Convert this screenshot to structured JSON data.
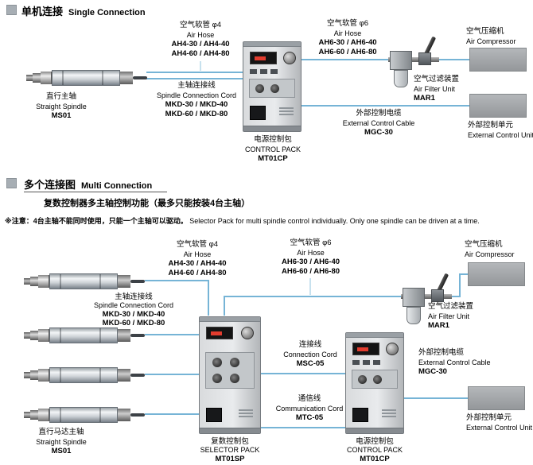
{
  "single": {
    "title_zh": "单机连接",
    "title_en": "Single Connection",
    "spindle": {
      "zh": "直行主轴",
      "en": "Straight Spindle",
      "model": "MS01"
    },
    "air_hose4": {
      "zh": "空气软管 φ4",
      "en": "Air Hose",
      "m1": "AH4-30 / AH4-40",
      "m2": "AH4-60 / AH4-80"
    },
    "cord": {
      "zh": "主轴连接线",
      "en": "Spindle Connection Cord",
      "m1": "MKD-30 / MKD-40",
      "m2": "MKD-60 / MKD-80"
    },
    "pack": {
      "zh": "电源控制包",
      "en": "CONTROL PACK",
      "model": "MT01CP"
    },
    "air_hose6": {
      "zh": "空气软管 φ6",
      "en": "Air Hose",
      "m1": "AH6-30 / AH6-40",
      "m2": "AH6-60 / AH6-80"
    },
    "filter": {
      "zh": "空气过滤装置",
      "en": "Air Filter Unit",
      "model": "MAR1"
    },
    "compressor": {
      "zh": "空气压缩机",
      "en": "Air Compressor"
    },
    "ext_cable": {
      "zh": "外部控制电缆",
      "en": "External Control Cable",
      "model": "MGC-30"
    },
    "ext_unit": {
      "zh": "外部控制单元",
      "en": "External Control Unit"
    }
  },
  "multi": {
    "title_zh": "多个连接图",
    "title_en": "Multi Connection",
    "subtitle": "复数控制器多主轴控制功能（最多只能按装4台主轴）",
    "note_zh": "※注意：4台主轴不能同时使用，只能一个主轴可以驱动。",
    "note_en": "Selector Pack for multi spindle control individually. Only one spindle can be driven at a time.",
    "spindle": {
      "zh": "直行马达主轴",
      "en": "Straight Spindle",
      "model": "MS01"
    },
    "air_hose4": {
      "zh": "空气软管 φ4",
      "en": "Air Hose",
      "m1": "AH4-30 / AH4-40",
      "m2": "AH4-60 / AH4-80"
    },
    "cord": {
      "zh": "主轴连接线",
      "en": "Spindle Connection Cord",
      "m1": "MKD-30 / MKD-40",
      "m2": "MKD-60 / MKD-80"
    },
    "selector": {
      "zh": "复数控制包",
      "en": "SELECTOR PACK",
      "model": "MT01SP"
    },
    "air_hose6": {
      "zh": "空气软管 φ6",
      "en": "Air Hose",
      "m1": "AH6-30 / AH6-40",
      "m2": "AH6-60 / AH6-80"
    },
    "conn_cord": {
      "zh": "连接线",
      "en": "Connection Cord",
      "model": "MSC-05"
    },
    "comm_cord": {
      "zh": "通信线",
      "en": "Communication Cord",
      "model": "MTC-05"
    },
    "pack": {
      "zh": "电源控制包",
      "en": "CONTROL PACK",
      "model": "MT01CP"
    },
    "filter": {
      "zh": "空气过滤装置",
      "en": "Air Filter Unit",
      "model": "MAR1"
    },
    "compressor": {
      "zh": "空气压缩机",
      "en": "Air Compressor"
    },
    "ext_cable": {
      "zh": "外部控制电缆",
      "en": "External Control Cable",
      "model": "MGC-30"
    },
    "ext_unit": {
      "zh": "外部控制单元",
      "en": "External Control Unit"
    }
  },
  "colors": {
    "line": "#76b4d6",
    "leader": "#8fc3de"
  }
}
